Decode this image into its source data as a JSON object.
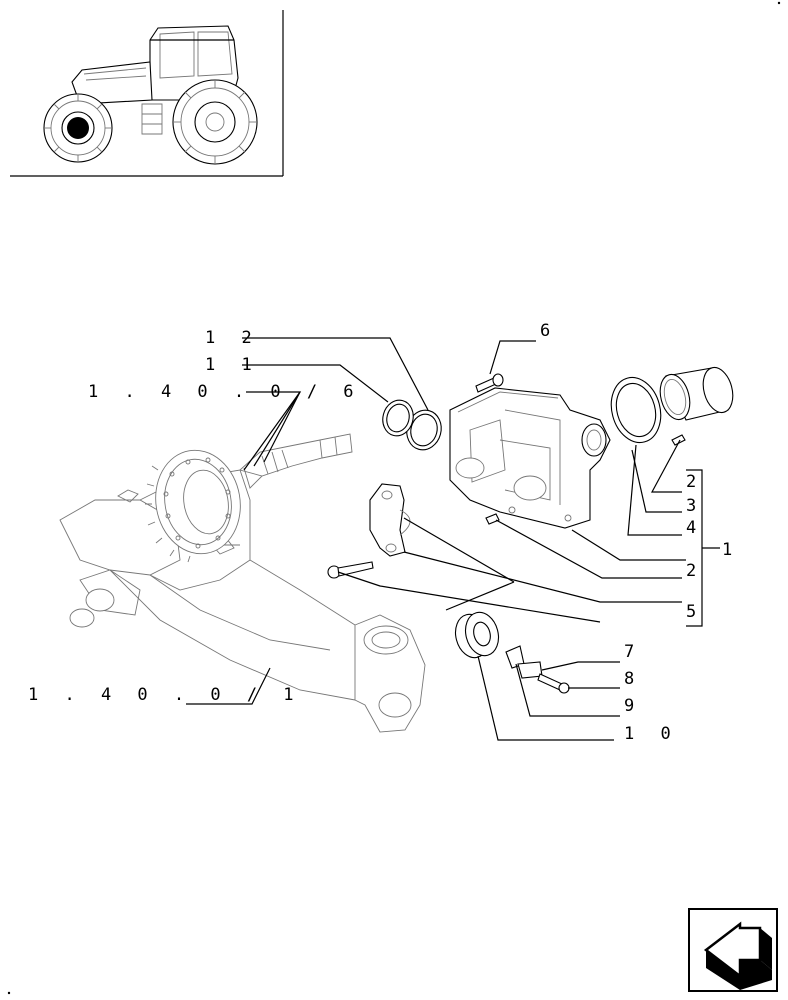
{
  "callouts": {
    "c12": "1 2",
    "c11": "1 1",
    "ref_1_40_0_6": "1 . 4 0 . 0 / 6",
    "ref_1_40_0_1": "1 . 4 0 . 0 / 1",
    "c6": "6",
    "c2a": "2",
    "c3": "3",
    "c4": "4",
    "c1": "1",
    "c2b": "2",
    "c5": "5",
    "c7": "7",
    "c8": "8",
    "c9": "9",
    "c10": "1 0"
  },
  "icons": {
    "thumbnail": "tractor-thumbnail-icon",
    "nav": "next-page-arrow-icon"
  }
}
